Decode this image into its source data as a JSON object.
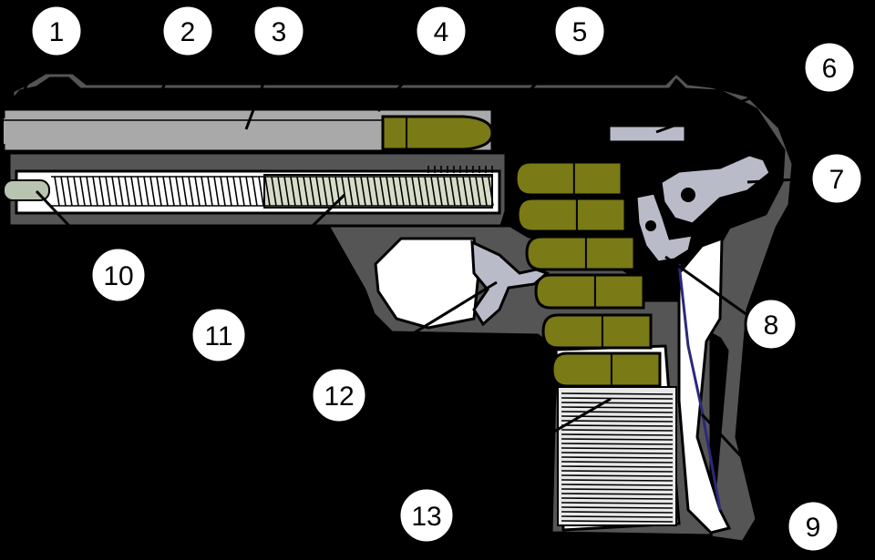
{
  "diagram": {
    "callouts": [
      {
        "id": "1",
        "label": "1"
      },
      {
        "id": "2",
        "label": "2"
      },
      {
        "id": "3",
        "label": "3"
      },
      {
        "id": "4",
        "label": "4"
      },
      {
        "id": "5",
        "label": "5"
      },
      {
        "id": "6",
        "label": "6"
      },
      {
        "id": "7",
        "label": "7"
      },
      {
        "id": "8",
        "label": "8"
      },
      {
        "id": "9",
        "label": "9"
      },
      {
        "id": "10",
        "label": "10"
      },
      {
        "id": "11",
        "label": "11"
      },
      {
        "id": "12",
        "label": "12"
      },
      {
        "id": "13",
        "label": "13"
      }
    ],
    "colors": {
      "background": "#000000",
      "frame": "#555555",
      "barrel": "#a9a9a9",
      "internal_parts": "#b9bcc8",
      "cartridges": "#7a7a16",
      "spring_wire": "#2a2a7a",
      "callout_fill": "#ffffff"
    }
  }
}
